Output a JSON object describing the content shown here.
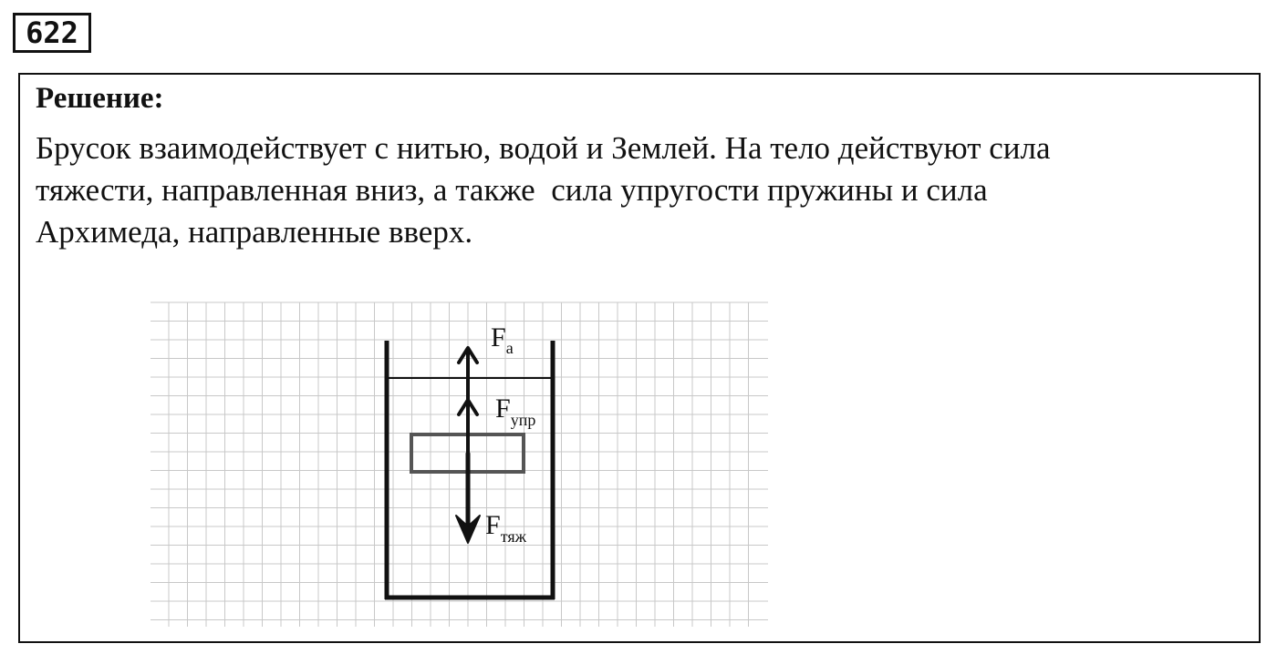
{
  "problem": {
    "number": "622"
  },
  "solution": {
    "heading": "Решение:",
    "lines": [
      "Брусок взаимодействует с нитью, водой и Землей. На тело действуют сила",
      "тяжести, направленная вниз, а также  сила упругости пружины и сила",
      "Архимеда, направленные вверх."
    ]
  },
  "figure": {
    "forces": {
      "archimedes": {
        "symbol": "F",
        "subscript": "a"
      },
      "elastic": {
        "symbol": "F",
        "subscript": "упр"
      },
      "gravity": {
        "symbol": "F",
        "subscript": "тяж"
      }
    },
    "colors": {
      "grid": "#c8c8c8",
      "block": "#555555",
      "ink": "#111111"
    }
  }
}
